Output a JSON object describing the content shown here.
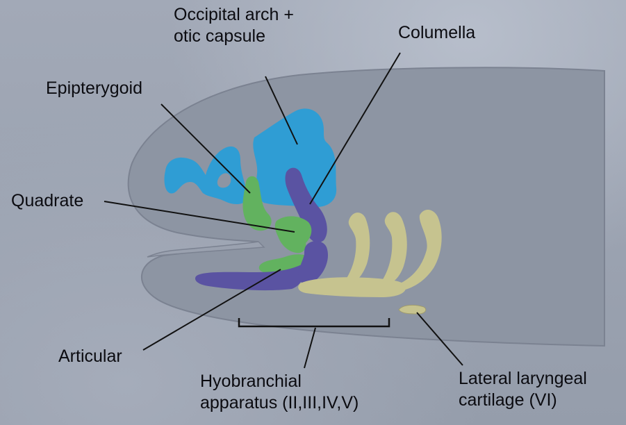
{
  "labels": {
    "occipital_arch": "Occipital arch +\notic capsule",
    "columella": "Columella",
    "epipterygoid": "Epipterygoid",
    "quadrate": "Quadrate",
    "articular": "Articular",
    "hyobranchial": "Hyobranchial\napparatus (II,III,IV,V)",
    "lateral_laryngeal": "Lateral laryngeal\ncartilage (VI)"
  },
  "colors": {
    "background": "#9ca3b1",
    "head_outline": "#7f8796",
    "skull": "#2b9ad3",
    "green_elements": "#62b25f",
    "purple_elements": "#5a53a2",
    "yellow_elements": "#c6c38f",
    "leader_line": "#111111"
  }
}
